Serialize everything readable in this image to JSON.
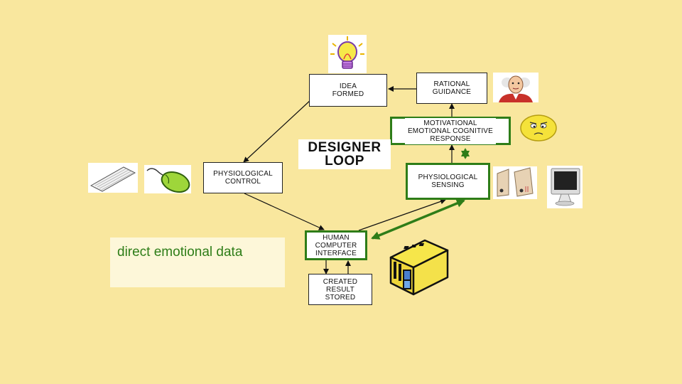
{
  "diagram": {
    "loop_title_line1": "DESIGNER",
    "loop_title_line2": "LOOP",
    "callout_text": "direct emotional data",
    "nodes": {
      "idea_formed": {
        "line1": "IDEA",
        "line2": "FORMED"
      },
      "rational_guidance": {
        "line1": "RATIONAL",
        "line2": "GUIDANCE"
      },
      "motivational": {
        "line1": "MOTIVATIONAL",
        "line2": "EMOTIONAL COGNITIVE",
        "line3": "RESPONSE"
      },
      "physiological_sensing": {
        "line1": "PHYSIOLOGICAL",
        "line2": "SENSING"
      },
      "physiological_control": {
        "line1": "PHYSIOLOGICAL",
        "line2": "CONTROL"
      },
      "hci": {
        "line1": "HUMAN",
        "line2": "COMPUTER",
        "line3": "INTERFACE"
      },
      "created_result": {
        "line1": "CREATED",
        "line2": "RESULT",
        "line3": "STORED"
      }
    },
    "colors": {
      "background": "#f9e79e",
      "highlight": "#2e7d18",
      "node_border": "#222222"
    },
    "icons": [
      "lightbulb-icon",
      "person-portrait-icon",
      "worried-face-icon",
      "keyboard-icon",
      "mouse-icon",
      "speakers-icon",
      "monitor-icon",
      "storage-box-icon"
    ]
  }
}
